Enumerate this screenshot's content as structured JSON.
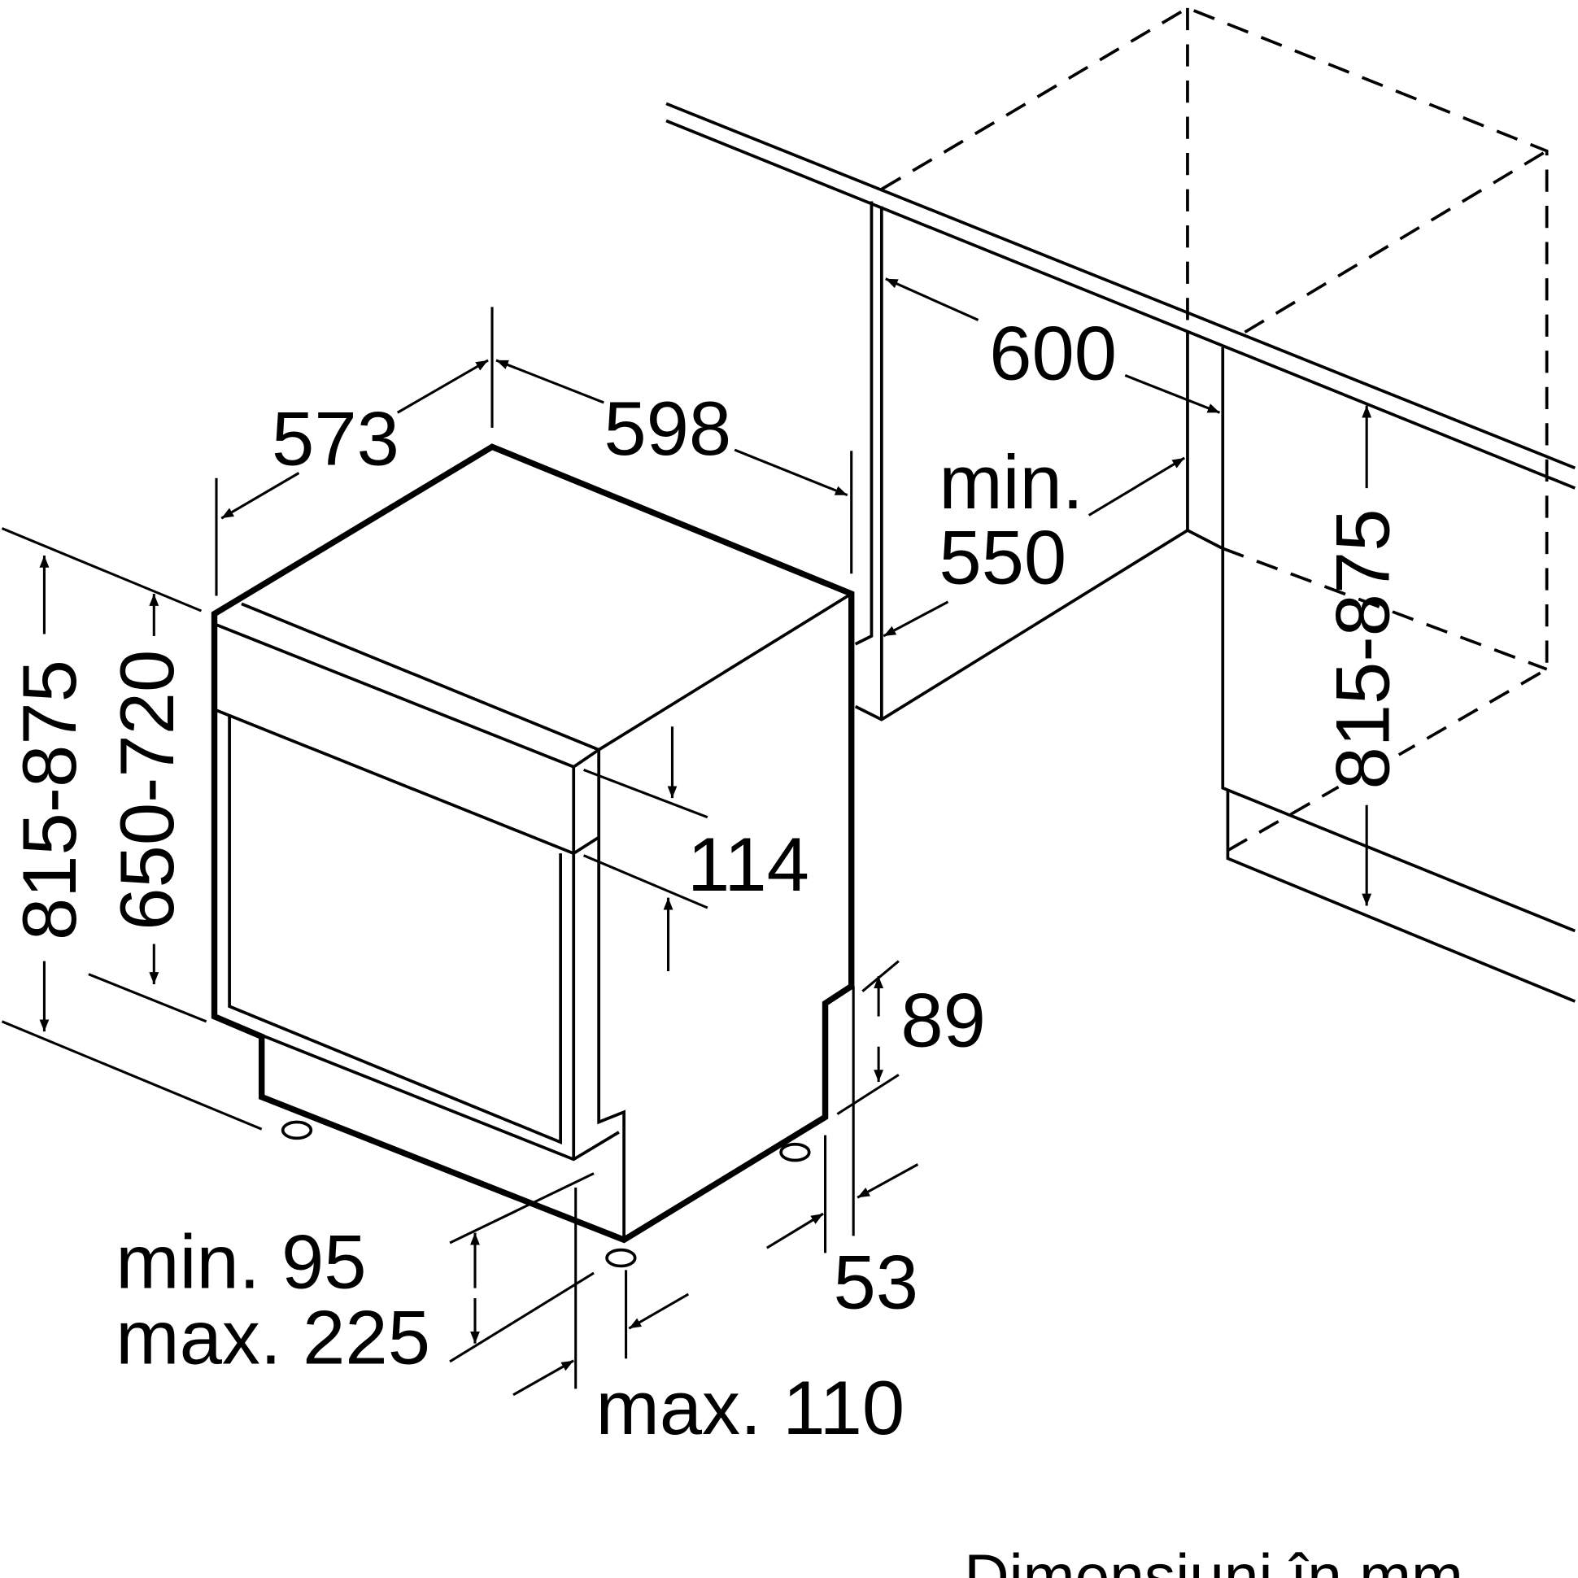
{
  "diagram": {
    "labels": {
      "depth_573": "573",
      "width_598": "598",
      "niche_600": "600",
      "niche_min": "min.",
      "niche_550": "550",
      "panel_114": "114",
      "plinth_89": "89",
      "foot_53": "53",
      "plinth_min": "min. 95",
      "plinth_max": "max. 225",
      "max_110": "max. 110",
      "height_left": "815-875",
      "door_height": "650-720",
      "height_right": "815-875"
    },
    "caption": "Dimensiuni în mm"
  }
}
